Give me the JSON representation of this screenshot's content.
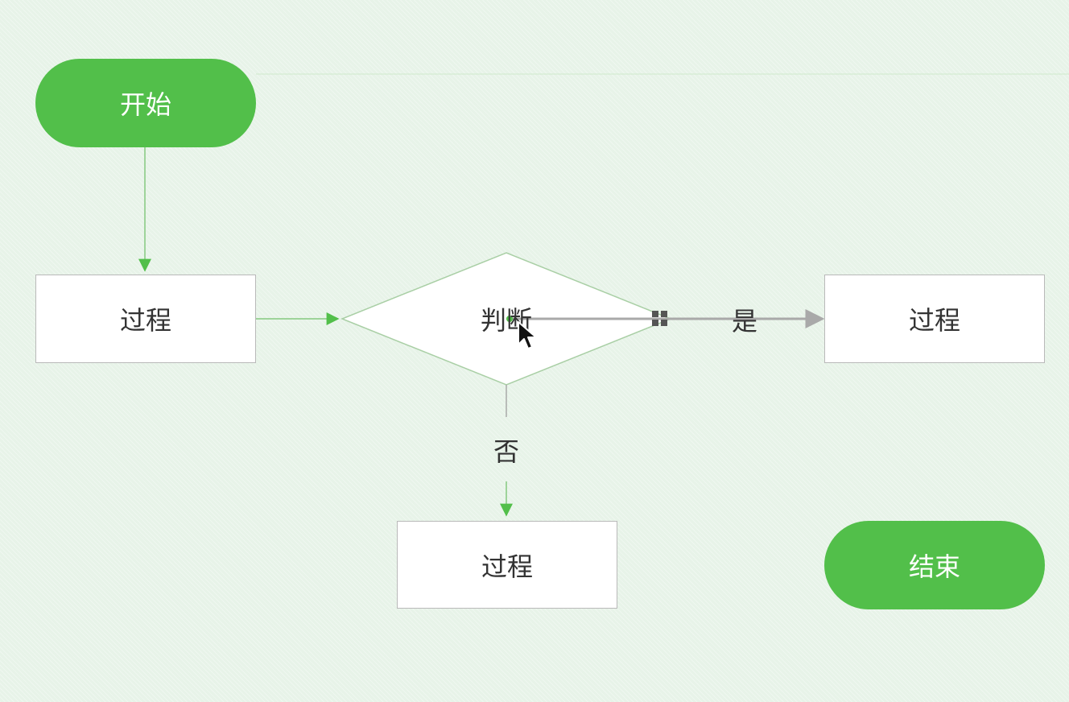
{
  "flowchart": {
    "start": {
      "label": "开始"
    },
    "process_left": {
      "label": "过程"
    },
    "decision": {
      "label": "判断"
    },
    "process_right": {
      "label": "过程"
    },
    "process_bottom": {
      "label": "过程"
    },
    "end": {
      "label": "结束"
    },
    "edge_yes": {
      "label": "是"
    },
    "edge_no": {
      "label": "否"
    }
  },
  "colors": {
    "accent": "#52bf4a",
    "canvas_background": "#e7f3e8",
    "node_border": "#b9b9b9",
    "text": "#333333"
  },
  "icons": {
    "cursor": "arrow-cursor-icon",
    "handle": "connection-handle-icon"
  }
}
